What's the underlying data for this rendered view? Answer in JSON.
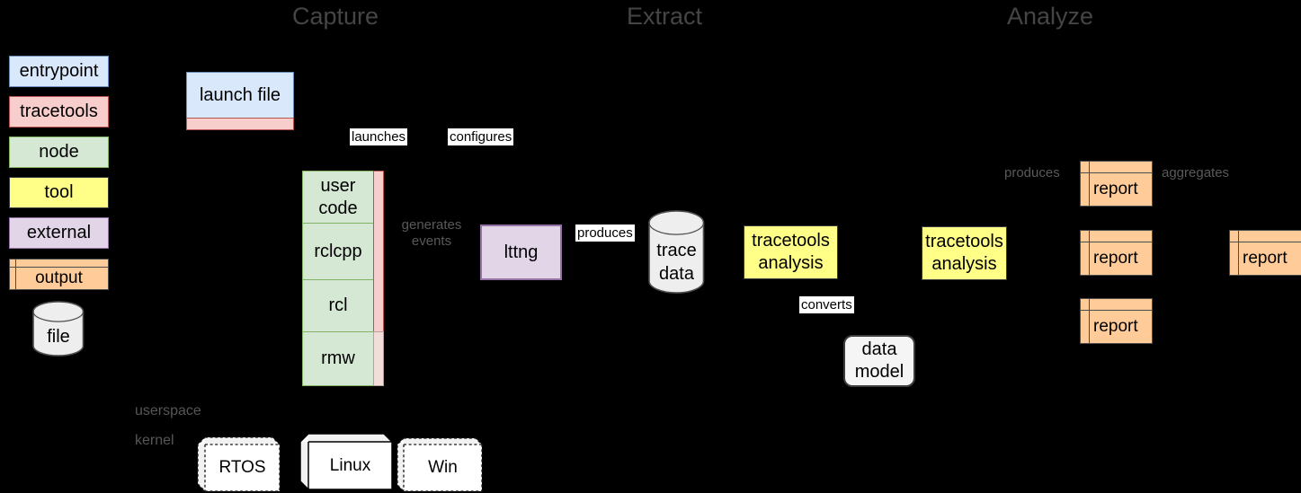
{
  "titles": {
    "capture": "Capture",
    "extract": "Extract",
    "analyze": "Analyze"
  },
  "legend": {
    "items": [
      {
        "label": "entrypoint",
        "fill": "#dae8fc",
        "stroke": "#6c8ebf"
      },
      {
        "label": "tracetools",
        "fill": "#f8cecc",
        "stroke": "#b85450"
      },
      {
        "label": "node",
        "fill": "#d5e8d4",
        "stroke": "#82b366"
      },
      {
        "label": "tool",
        "fill": "#ffff88",
        "stroke": "#36393d"
      },
      {
        "label": "external",
        "fill": "#e1d5e7",
        "stroke": "#9673a6"
      },
      {
        "label": "output",
        "fill": "#ffcc99",
        "stroke": "#4d4d4d"
      },
      {
        "label": "file",
        "fill": "#eeeeee",
        "stroke": "#4d4d4d"
      }
    ]
  },
  "capture": {
    "launch_file": "launch file",
    "edge_labels": {
      "launches": "launches",
      "configures": "configures",
      "generates_events": "generates events"
    },
    "stack": {
      "layers": [
        "user code",
        "rclcpp",
        "rcl",
        "rmw"
      ]
    },
    "lttng": "lttng",
    "platform": {
      "userspace": "userspace",
      "kernel": "kernel",
      "os": [
        "RTOS",
        "Linux",
        "Win"
      ]
    }
  },
  "extract": {
    "produces": "produces",
    "trace_data": "trace data",
    "tracetools_analysis": "tracetools analysis",
    "converts": "converts",
    "data_model": "data model"
  },
  "analyze": {
    "tracetools_analysis": "tracetools analysis",
    "produces": "produces",
    "aggregates": "aggregates",
    "reports": [
      "report",
      "report",
      "report",
      "report"
    ]
  }
}
